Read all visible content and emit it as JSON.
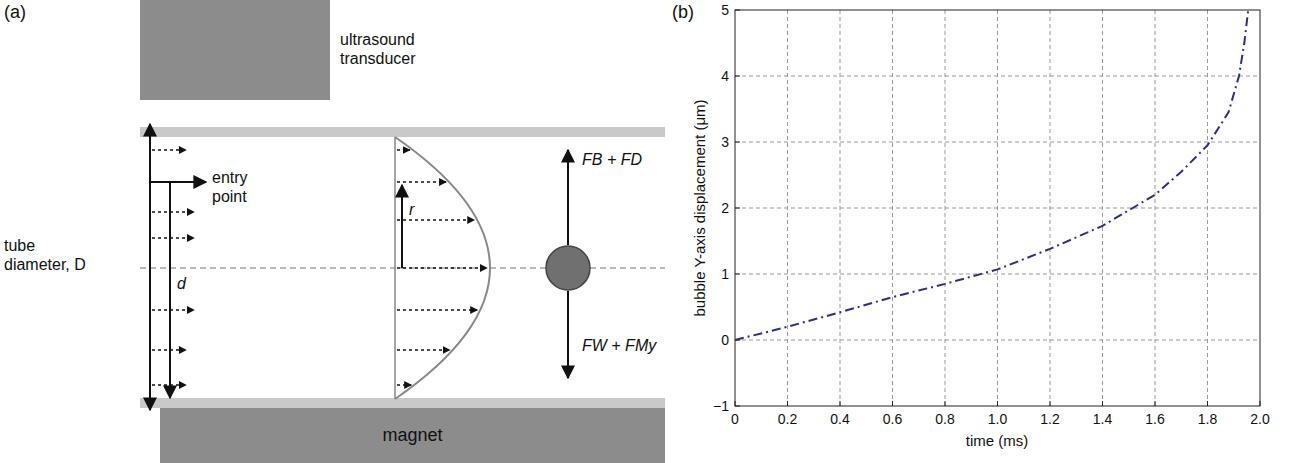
{
  "diagram": {
    "nodes": [
      {
        "text": [
          "ultrasound transducer"
        ]
      },
      {
        "text": [
          "magnet"
        ]
      }
    ],
    "labels": [
      "(a)",
      "(b)",
      "tube diameter, D",
      "entry point",
      "d",
      "r",
      "FB + FD",
      "FW + FMy",
      "bubble Y-axis displacement (μm)",
      "time (ms)",
      "5",
      "4",
      "3",
      "2",
      "1",
      "0",
      "−1",
      "0",
      "0.2",
      "0.4",
      "0.6",
      "0.8",
      "1.0",
      "1.2",
      "1.4",
      "1.6",
      "1.8",
      "2.0"
    ]
  }
}
